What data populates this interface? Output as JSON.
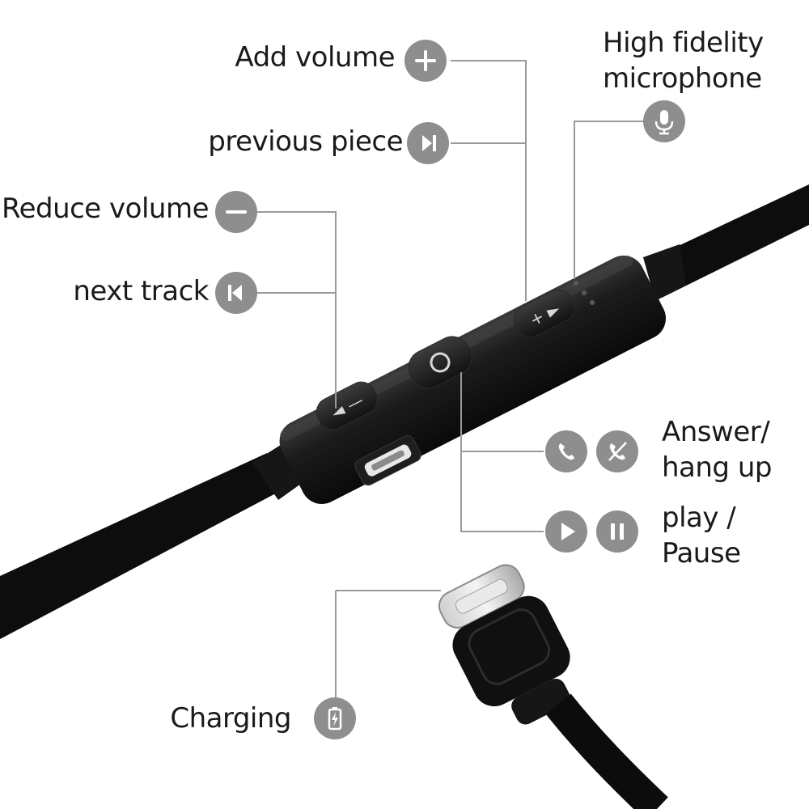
{
  "labels": {
    "add_volume": "Add volume",
    "previous_piece": "previous piece",
    "reduce_volume": "Reduce volume",
    "next_track": "next track",
    "microphone": [
      "High fidelity",
      "microphone"
    ],
    "answer_hang_up": [
      "Answer/",
      "hang up"
    ],
    "play_pause": [
      "play /",
      "Pause"
    ],
    "charging": "Charging"
  },
  "icons": {
    "add_volume": "plus-icon",
    "previous_piece": "skip-forward-icon",
    "reduce_volume": "minus-icon",
    "next_track": "skip-back-icon",
    "microphone": "microphone-icon",
    "answer": "phone-answer-icon",
    "hang_up": "phone-hangup-icon",
    "play": "play-icon",
    "pause": "pause-icon",
    "charging": "battery-charging-icon"
  },
  "colors": {
    "icon_circle": "#8e8e8e",
    "leader_line": "#9a9a9a",
    "text": "#1a1a1a",
    "device": "#141414"
  }
}
